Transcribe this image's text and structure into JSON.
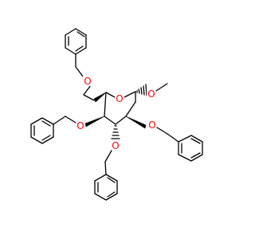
{
  "molecule": {
    "oxygen_symbol": "O",
    "element_colors": {
      "carbon": "#000000",
      "oxygen": "#ff0000"
    },
    "benzyl_groups": [
      "ring-top",
      "ring-left",
      "ring-bottom",
      "ring-right"
    ]
  }
}
